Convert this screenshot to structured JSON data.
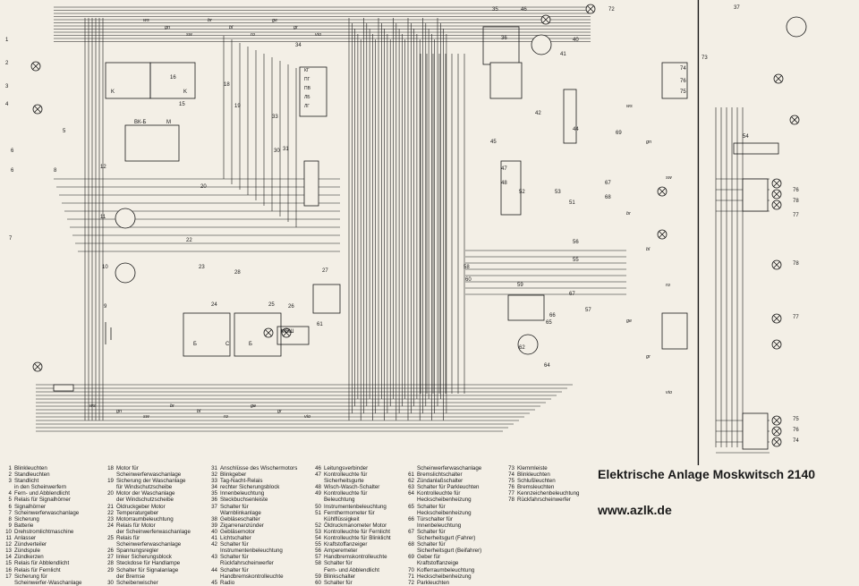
{
  "title": "Elektrische Anlage Moskwitsch 2140",
  "website": "www.azlk.de",
  "colors": {
    "ink": "#1a1a1a",
    "paper": "#f3efe6"
  },
  "wire_labels": [
    "ws",
    "gn",
    "sw",
    "br",
    "bl",
    "ro",
    "ge",
    "gr",
    "vio"
  ],
  "relay_labels": {
    "k": "K",
    "b": "Б",
    "c": "C",
    "mv": "МВШ",
    "vk": "ВК-Б",
    "m": "M"
  },
  "fuse_block_labels": [
    "КГ",
    "ПГ",
    "ПВ",
    "ЛБ",
    "ЛГ"
  ],
  "legend": [
    [
      {
        "n": "1",
        "t": "Blinkleuchten"
      },
      {
        "n": "2",
        "t": "Standleuchten"
      },
      {
        "n": "3",
        "t": "Standlicht"
      },
      {
        "n": "",
        "t": "in den Scheinwerfern"
      },
      {
        "n": "4",
        "t": "Fern- und Abblendlicht"
      },
      {
        "n": "5",
        "t": "Relais für Signalhörner"
      },
      {
        "n": "6",
        "t": "Signalhörner"
      },
      {
        "n": "7",
        "t": "Scheinwerferwaschanlage"
      },
      {
        "n": "8",
        "t": "Sicherung"
      },
      {
        "n": "9",
        "t": "Batterie"
      },
      {
        "n": "10",
        "t": "Drehstromlichtmaschine"
      },
      {
        "n": "11",
        "t": "Anlasser"
      },
      {
        "n": "12",
        "t": "Zündverteiler"
      },
      {
        "n": "13",
        "t": "Zündspule"
      },
      {
        "n": "14",
        "t": "Zündkerzen"
      },
      {
        "n": "15",
        "t": "Relais für Abblendlicht"
      },
      {
        "n": "16",
        "t": "Relais für Fernlicht"
      },
      {
        "n": "17",
        "t": "Sicherung für"
      },
      {
        "n": "",
        "t": "Scheinwerfer-Waschanlage"
      }
    ],
    [
      {
        "n": "18",
        "t": "Motor für"
      },
      {
        "n": "",
        "t": "Scheinwerferwaschanlage"
      },
      {
        "n": "19",
        "t": "Sicherung der Waschanlage"
      },
      {
        "n": "",
        "t": "für Windschutzscheibe"
      },
      {
        "n": "20",
        "t": "Motor der Waschanlage"
      },
      {
        "n": "",
        "t": "der Windschutzscheibe"
      },
      {
        "n": "21",
        "t": "Öldruckgeber Motor"
      },
      {
        "n": "22",
        "t": "Temperaturgeber"
      },
      {
        "n": "23",
        "t": "Motorraumbeleuchtung"
      },
      {
        "n": "24",
        "t": "Relais für Motor"
      },
      {
        "n": "",
        "t": "der Scheinwerferwaschanlage"
      },
      {
        "n": "25",
        "t": "Relais für"
      },
      {
        "n": "",
        "t": "Scheinwerferwaschanlage"
      },
      {
        "n": "26",
        "t": "Spannungsregler"
      },
      {
        "n": "27",
        "t": "linker Sicherungsblock"
      },
      {
        "n": "28",
        "t": "Steckdose für Handlampe"
      },
      {
        "n": "29",
        "t": "Schalter für Signalanlage"
      },
      {
        "n": "",
        "t": "der Bremse"
      },
      {
        "n": "30",
        "t": "Scheibenwischer"
      }
    ],
    [
      {
        "n": "31",
        "t": "Anschlüsse des Wischermotors"
      },
      {
        "n": "32",
        "t": "Blinkgeber"
      },
      {
        "n": "33",
        "t": "Tag-Nacht-Relais"
      },
      {
        "n": "34",
        "t": "rechter Sicherungsblock"
      },
      {
        "n": "35",
        "t": "Innenbeleuchtung"
      },
      {
        "n": "36",
        "t": "Steckbuchsenleiste"
      },
      {
        "n": "37",
        "t": "Schalter für"
      },
      {
        "n": "",
        "t": "Warnblinkanlage"
      },
      {
        "n": "38",
        "t": "Gebläseschalter"
      },
      {
        "n": "39",
        "t": "Zigarrenanzünder"
      },
      {
        "n": "40",
        "t": "Gebläsemotor"
      },
      {
        "n": "41",
        "t": "Lichtschalter"
      },
      {
        "n": "42",
        "t": "Schalter für"
      },
      {
        "n": "",
        "t": "Instrumentenbeleuchtung"
      },
      {
        "n": "43",
        "t": "Schalter für"
      },
      {
        "n": "",
        "t": "Rückfahrscheinwerfer"
      },
      {
        "n": "44",
        "t": "Schalter für"
      },
      {
        "n": "",
        "t": "Handbremskontrolleuchte"
      },
      {
        "n": "45",
        "t": "Radio"
      }
    ],
    [
      {
        "n": "46",
        "t": "Leitungsverbinder"
      },
      {
        "n": "47",
        "t": "Kontrolleuchte für"
      },
      {
        "n": "",
        "t": "Sicherheitsgurte"
      },
      {
        "n": "48",
        "t": "Wisch-Wasch-Schalter"
      },
      {
        "n": "49",
        "t": "Kontrolleuchte für"
      },
      {
        "n": "",
        "t": "Beleuchtung"
      },
      {
        "n": "50",
        "t": "Instrumentenbeleuchtung"
      },
      {
        "n": "51",
        "t": "Fernthermometer für"
      },
      {
        "n": "",
        "t": "Kühlflüssigkeit"
      },
      {
        "n": "52",
        "t": "Öldruckmanometer Motor"
      },
      {
        "n": "53",
        "t": "Kontrolleuchte für Fernlicht"
      },
      {
        "n": "54",
        "t": "Kontrolleuchte für Blinklicht"
      },
      {
        "n": "55",
        "t": "Kraftstoffanzeiger"
      },
      {
        "n": "56",
        "t": "Amperemeter"
      },
      {
        "n": "57",
        "t": "Handbremskontrolleuchte"
      },
      {
        "n": "58",
        "t": "Schalter für"
      },
      {
        "n": "",
        "t": "Fern- und Abblendlicht"
      },
      {
        "n": "59",
        "t": "Blinkschalter"
      },
      {
        "n": "60",
        "t": "Schalter für"
      }
    ],
    [
      {
        "n": "",
        "t": "Scheinwerferwaschanlage"
      },
      {
        "n": "61",
        "t": "Bremslichtschalter"
      },
      {
        "n": "62",
        "t": "Zündanlaßschalter"
      },
      {
        "n": "63",
        "t": "Schalter für Parkleuchten"
      },
      {
        "n": "64",
        "t": "Kontrolleuchte für"
      },
      {
        "n": "",
        "t": "Heckscheibenheizung"
      },
      {
        "n": "65",
        "t": "Schalter für"
      },
      {
        "n": "",
        "t": "Heckscheibenheizung"
      },
      {
        "n": "66",
        "t": "Türschalter für"
      },
      {
        "n": "",
        "t": "Innenbeleuchtung"
      },
      {
        "n": "67",
        "t": "Schalter für"
      },
      {
        "n": "",
        "t": "Sicherheitsgurt (Fahrer)"
      },
      {
        "n": "68",
        "t": "Schalter für"
      },
      {
        "n": "",
        "t": "Sicherheitsgurt (Beifahrer)"
      },
      {
        "n": "69",
        "t": "Geber für"
      },
      {
        "n": "",
        "t": "Kraftstoffanzeige"
      },
      {
        "n": "70",
        "t": "Kofferraumbeleuchtung"
      },
      {
        "n": "71",
        "t": "Heckscheibenheizung"
      },
      {
        "n": "72",
        "t": "Parkleuchten"
      }
    ],
    [
      {
        "n": "73",
        "t": "Klemmleiste"
      },
      {
        "n": "74",
        "t": "Blinkleuchten"
      },
      {
        "n": "75",
        "t": "Schlußleuchten"
      },
      {
        "n": "76",
        "t": "Bremsleuchten"
      },
      {
        "n": "77",
        "t": "Kennzeichenbeleuchtung"
      },
      {
        "n": "78",
        "t": "Rückfahrscheinwerfer"
      }
    ]
  ]
}
